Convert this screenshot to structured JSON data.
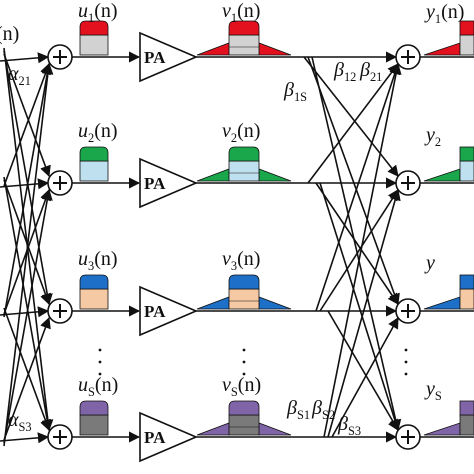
{
  "diagram": {
    "pa_label": "PA",
    "top_label_left": "(n)",
    "alpha_labels": [
      {
        "main": "α",
        "sub": "21"
      },
      {
        "main": "α",
        "sub": "S3"
      }
    ],
    "rows": [
      {
        "u": {
          "main": "u",
          "sub": "1",
          "arg": "(n)"
        },
        "v": {
          "main": "v",
          "sub": "1",
          "arg": "(n)"
        },
        "y": {
          "main": "y",
          "sub": "1",
          "arg": "(n)"
        },
        "colors": {
          "u_top": "#e3101e",
          "u_body": "#d2d2d2",
          "v_wing": "#e3101e",
          "v_top": "#e3101e",
          "v_body": "#d2d2d2"
        }
      },
      {
        "u": {
          "main": "u",
          "sub": "2",
          "arg": "(n)"
        },
        "v": {
          "main": "v",
          "sub": "2",
          "arg": "(n)"
        },
        "y": {
          "main": "y",
          "sub": "2"
        },
        "colors": {
          "u_top": "#1aa64a",
          "u_body": "#bfe0ee",
          "v_wing": "#1aa64a",
          "v_top": "#1aa64a",
          "v_body": "#bfe0ee"
        }
      },
      {
        "u": {
          "main": "u",
          "sub": "3",
          "arg": "(n)"
        },
        "v": {
          "main": "v",
          "sub": "3",
          "arg": "(n)"
        },
        "y": {
          "main": "y"
        },
        "colors": {
          "u_top": "#1e6fc8",
          "u_body": "#f5c9a4",
          "v_wing": "#1e6fc8",
          "v_top": "#1e6fc8",
          "v_body": "#f5c9a4"
        }
      },
      {
        "u": {
          "main": "u",
          "sub": "S",
          "arg": "(n)"
        },
        "v": {
          "main": "v",
          "sub": "S",
          "arg": "(n)"
        },
        "y": {
          "main": "y",
          "sub": "S"
        },
        "colors": {
          "u_top": "#8064a8",
          "u_body": "#7a7a7a",
          "v_wing": "#8064a8",
          "v_top": "#8064a8",
          "v_body": "#7a7a7a"
        }
      }
    ],
    "beta_labels": [
      {
        "main": "β",
        "sub": "1S"
      },
      {
        "main": "β",
        "sub": "12"
      },
      {
        "main": "β",
        "sub": "21"
      },
      {
        "main": "β",
        "sub": "S1"
      },
      {
        "main": "β",
        "sub": "S2"
      },
      {
        "main": "β",
        "sub": "S3"
      }
    ],
    "ellipsis": "·\n·\n·",
    "colors": {
      "line": "#111111",
      "background": "#ffffff"
    }
  }
}
